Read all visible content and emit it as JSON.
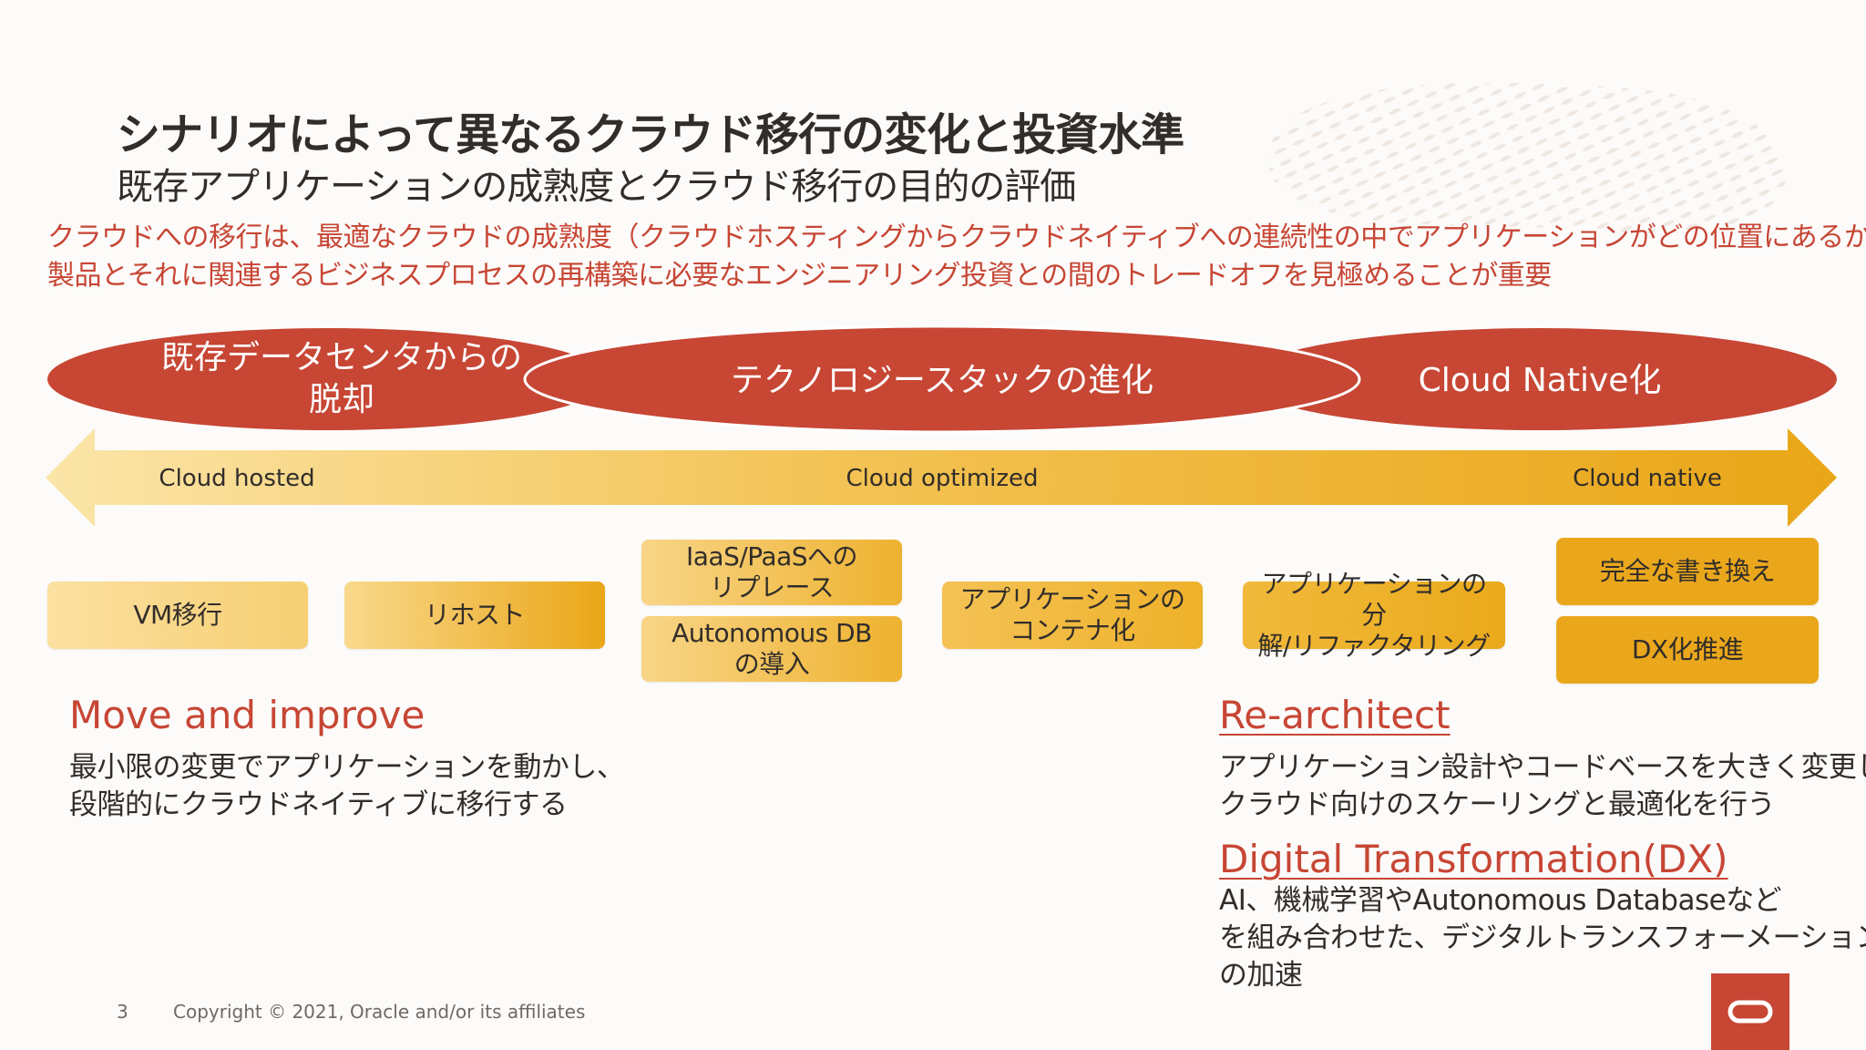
{
  "header": {
    "title": "シナリオによって異なるクラウド移行の変化と投資水準",
    "subtitle": "既存アプリケーションの成熟度とクラウド移行の目的の評価"
  },
  "intro": {
    "line1": "クラウドへの移行は、最適なクラウドの成熟度（クラウドホスティングからクラウドネイティブへの連続性の中でアプリケーションがどの位置にあるか）と、",
    "line2": "製品とそれに関連するビジネスプロセスの再構築に必要なエンジニアリング投資との間のトレードオフを見極めることが重要"
  },
  "ellipses": {
    "left": {
      "line1": "既存データセンタからの",
      "line2": "脱却"
    },
    "center": {
      "label": "テクノロジースタックの進化"
    },
    "right": {
      "label": "Cloud Native化"
    }
  },
  "arrow": {
    "left_label": "Cloud hosted",
    "center_label": "Cloud optimized",
    "right_label": "Cloud native"
  },
  "boxes": {
    "vm": {
      "line1": "VM移行"
    },
    "rehost": {
      "line1": "リホスト"
    },
    "iaas": {
      "line1": "IaaS/PaaSへの",
      "line2": "リプレース"
    },
    "adb": {
      "line1": "Autonomous DB",
      "line2": "の導入"
    },
    "container": {
      "line1": "アプリケーションの",
      "line2": "コンテナ化"
    },
    "refactor": {
      "line1": "アプリケーションの分",
      "line2": "解/リファクタリング"
    },
    "rewrite": {
      "line1": "完全な書き換え"
    },
    "dx": {
      "line1": "DX化推進"
    }
  },
  "sections": {
    "move": {
      "heading": "Move and improve",
      "line1": "最小限の変更でアプリケーションを動かし、",
      "line2": "段階的にクラウドネイティブに移行する"
    },
    "rearch": {
      "heading": "Re-architect",
      "line1": "アプリケーション設計やコードベースを大きく変更し、",
      "line2": "クラウド向けのスケーリングと最適化を行う"
    },
    "dx": {
      "heading": "Digital Transformation(DX)",
      "line1": "AI、機械学習やAutonomous Databaseなど",
      "line2": "を組み合わせた、デジタルトランスフォーメーション",
      "line3": "の加速"
    }
  },
  "footer": {
    "page_number": "3",
    "copyright": "Copyright © 2021, Oracle and/or its affiliates"
  },
  "colors": {
    "accent_red": "#c74634",
    "text_dark": "#312d2a",
    "arrow_light": "#fbe5a8",
    "arrow_dark": "#e9a617"
  },
  "icons": {
    "logo": "oracle-logo-icon",
    "watermark": "decorative-pattern"
  }
}
